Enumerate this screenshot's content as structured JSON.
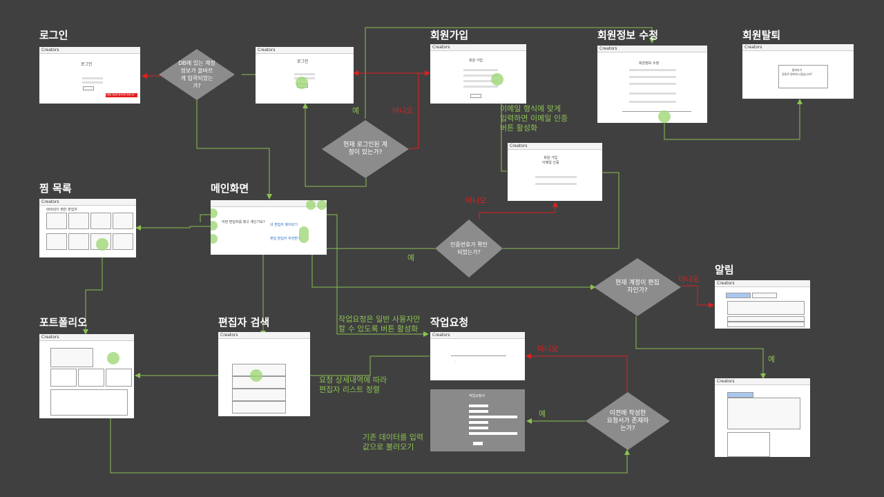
{
  "titles": {
    "login": "로그인",
    "signup": "회원가입",
    "edit_profile": "회원정보 수정",
    "withdraw": "회원탈퇴",
    "wishlist": "찜 목록",
    "main": "메인화면",
    "portfolio": "포트폴리오",
    "editor_search": "편집자 검색",
    "work_request": "작업요청",
    "notification": "알림"
  },
  "decisions": {
    "db_check": "DB에 있는 계정정보가 올바르게 입력되었는가?",
    "logged_in": "현재 로그인된 계정이 있는가?",
    "verify_code": "인증번호가 확인되었는가?",
    "is_editor": "현재 계정이 편집자인가?",
    "prev_request": "이전에 작성한 요청서가 존재하는가?"
  },
  "notes": {
    "email_format": "이메일 형식에 맞게\n입력하면 이메일 인증\n버튼 활성화",
    "request_button": "작업요청은 일반 사용자만\n할 수 있도록 버튼 활성화",
    "sort_editors": "요청 상세내역에 따라\n편집자 리스트 정렬",
    "load_data": "기존 데이터를 입력\n값으로 불러오기"
  },
  "labels": {
    "yes": "예",
    "no": "아니오"
  },
  "screens": {
    "brand": "Creators",
    "login_heading": "로그인",
    "signup_heading": "회원 가입",
    "email_verify_heading": "회원 가입\n이메일 인증",
    "edit_heading": "회원정보 수정",
    "withdraw_text": "탈퇴하기\n정말로 탈퇴하시겠습니까?",
    "main_text1": "어떤 편집자를 찾고 계신가요?",
    "main_text2": "내 편집자 찾아보기",
    "main_text3": "편집 편집자 추천받기",
    "wishlist_heading": "000님이 찜한 편집자",
    "request_form_heading": "작업요청서",
    "login_error": "가입된 정보와 일치하지 않습니다"
  },
  "colors": {
    "background": "#404040",
    "flow_green": "#8cc152",
    "flow_red": "#e02020",
    "decision_gray": "#8c8c8c"
  }
}
